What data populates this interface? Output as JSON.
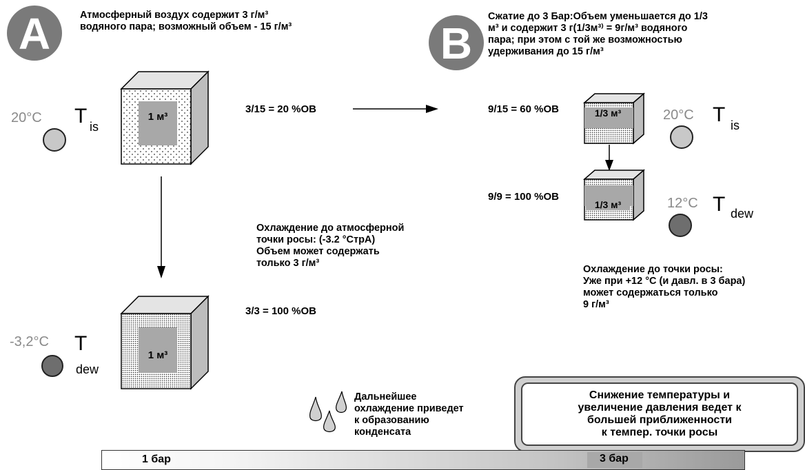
{
  "panel_a": {
    "badge": "A",
    "header": "Атмосферный воздух содержит 3 г/м³\nводяного пара; возможный объем - 15 г/м³",
    "cube_top_label": "1 м³",
    "cube_bottom_label": "1 м³",
    "temp_top": "20°C",
    "t_symbol": "T",
    "t_top_sub": "is",
    "temp_bottom": "-3,2°C",
    "t_bottom_sub": "dew",
    "ratio_top": "3/15 = 20 %ОВ",
    "ratio_bottom": "3/3 = 100 %ОВ",
    "cooling_note": "Охлаждение до атмосферной\nточки росы: (-3.2 °CтрА)\nОбъем может содержать\nтолько 3 г/м³"
  },
  "panel_b": {
    "badge": "B",
    "header": "Сжатие до 3 Бар:Объем уменьшается до 1/3\nм³ и содержит 3 г(1/3м³⁾ = 9г/м³ водяного\nпара; при этом с той же возможностью\nудерживания до 15 г/м³",
    "cube_top_label": "1/3 м³",
    "cube_bottom_label": "1/3 м³",
    "ratio_top": "9/15 = 60 %ОВ",
    "ratio_bottom": "9/9 = 100 %ОВ",
    "temp_top": "20°C",
    "t_top_sub": "is",
    "temp_bottom": "12°C",
    "t_bottom_sub": "dew",
    "cooling_note": "Охлаждение до точки росы:\nУже при +12 °C (и давл. в 3 бара)\nможет содержаться только\n9 г/м³"
  },
  "condensate_note": "Дальнейшее\nохлаждение приведет\nк образованию\nконденсата",
  "summary_box": "Снижение температуры и\nувеличение давления ведет к\nбольшей приближенности\nк темпер. точки росы",
  "pressure_bar": {
    "left_label": "1 бар",
    "right_label": "3 бар"
  },
  "colors": {
    "badge": "#7a7a7a",
    "dot_light": "#c8c8c8",
    "dot_dark": "#6e6e6e",
    "cube_side": "#bdbdbd",
    "cube_top": "#e4e4e4"
  }
}
